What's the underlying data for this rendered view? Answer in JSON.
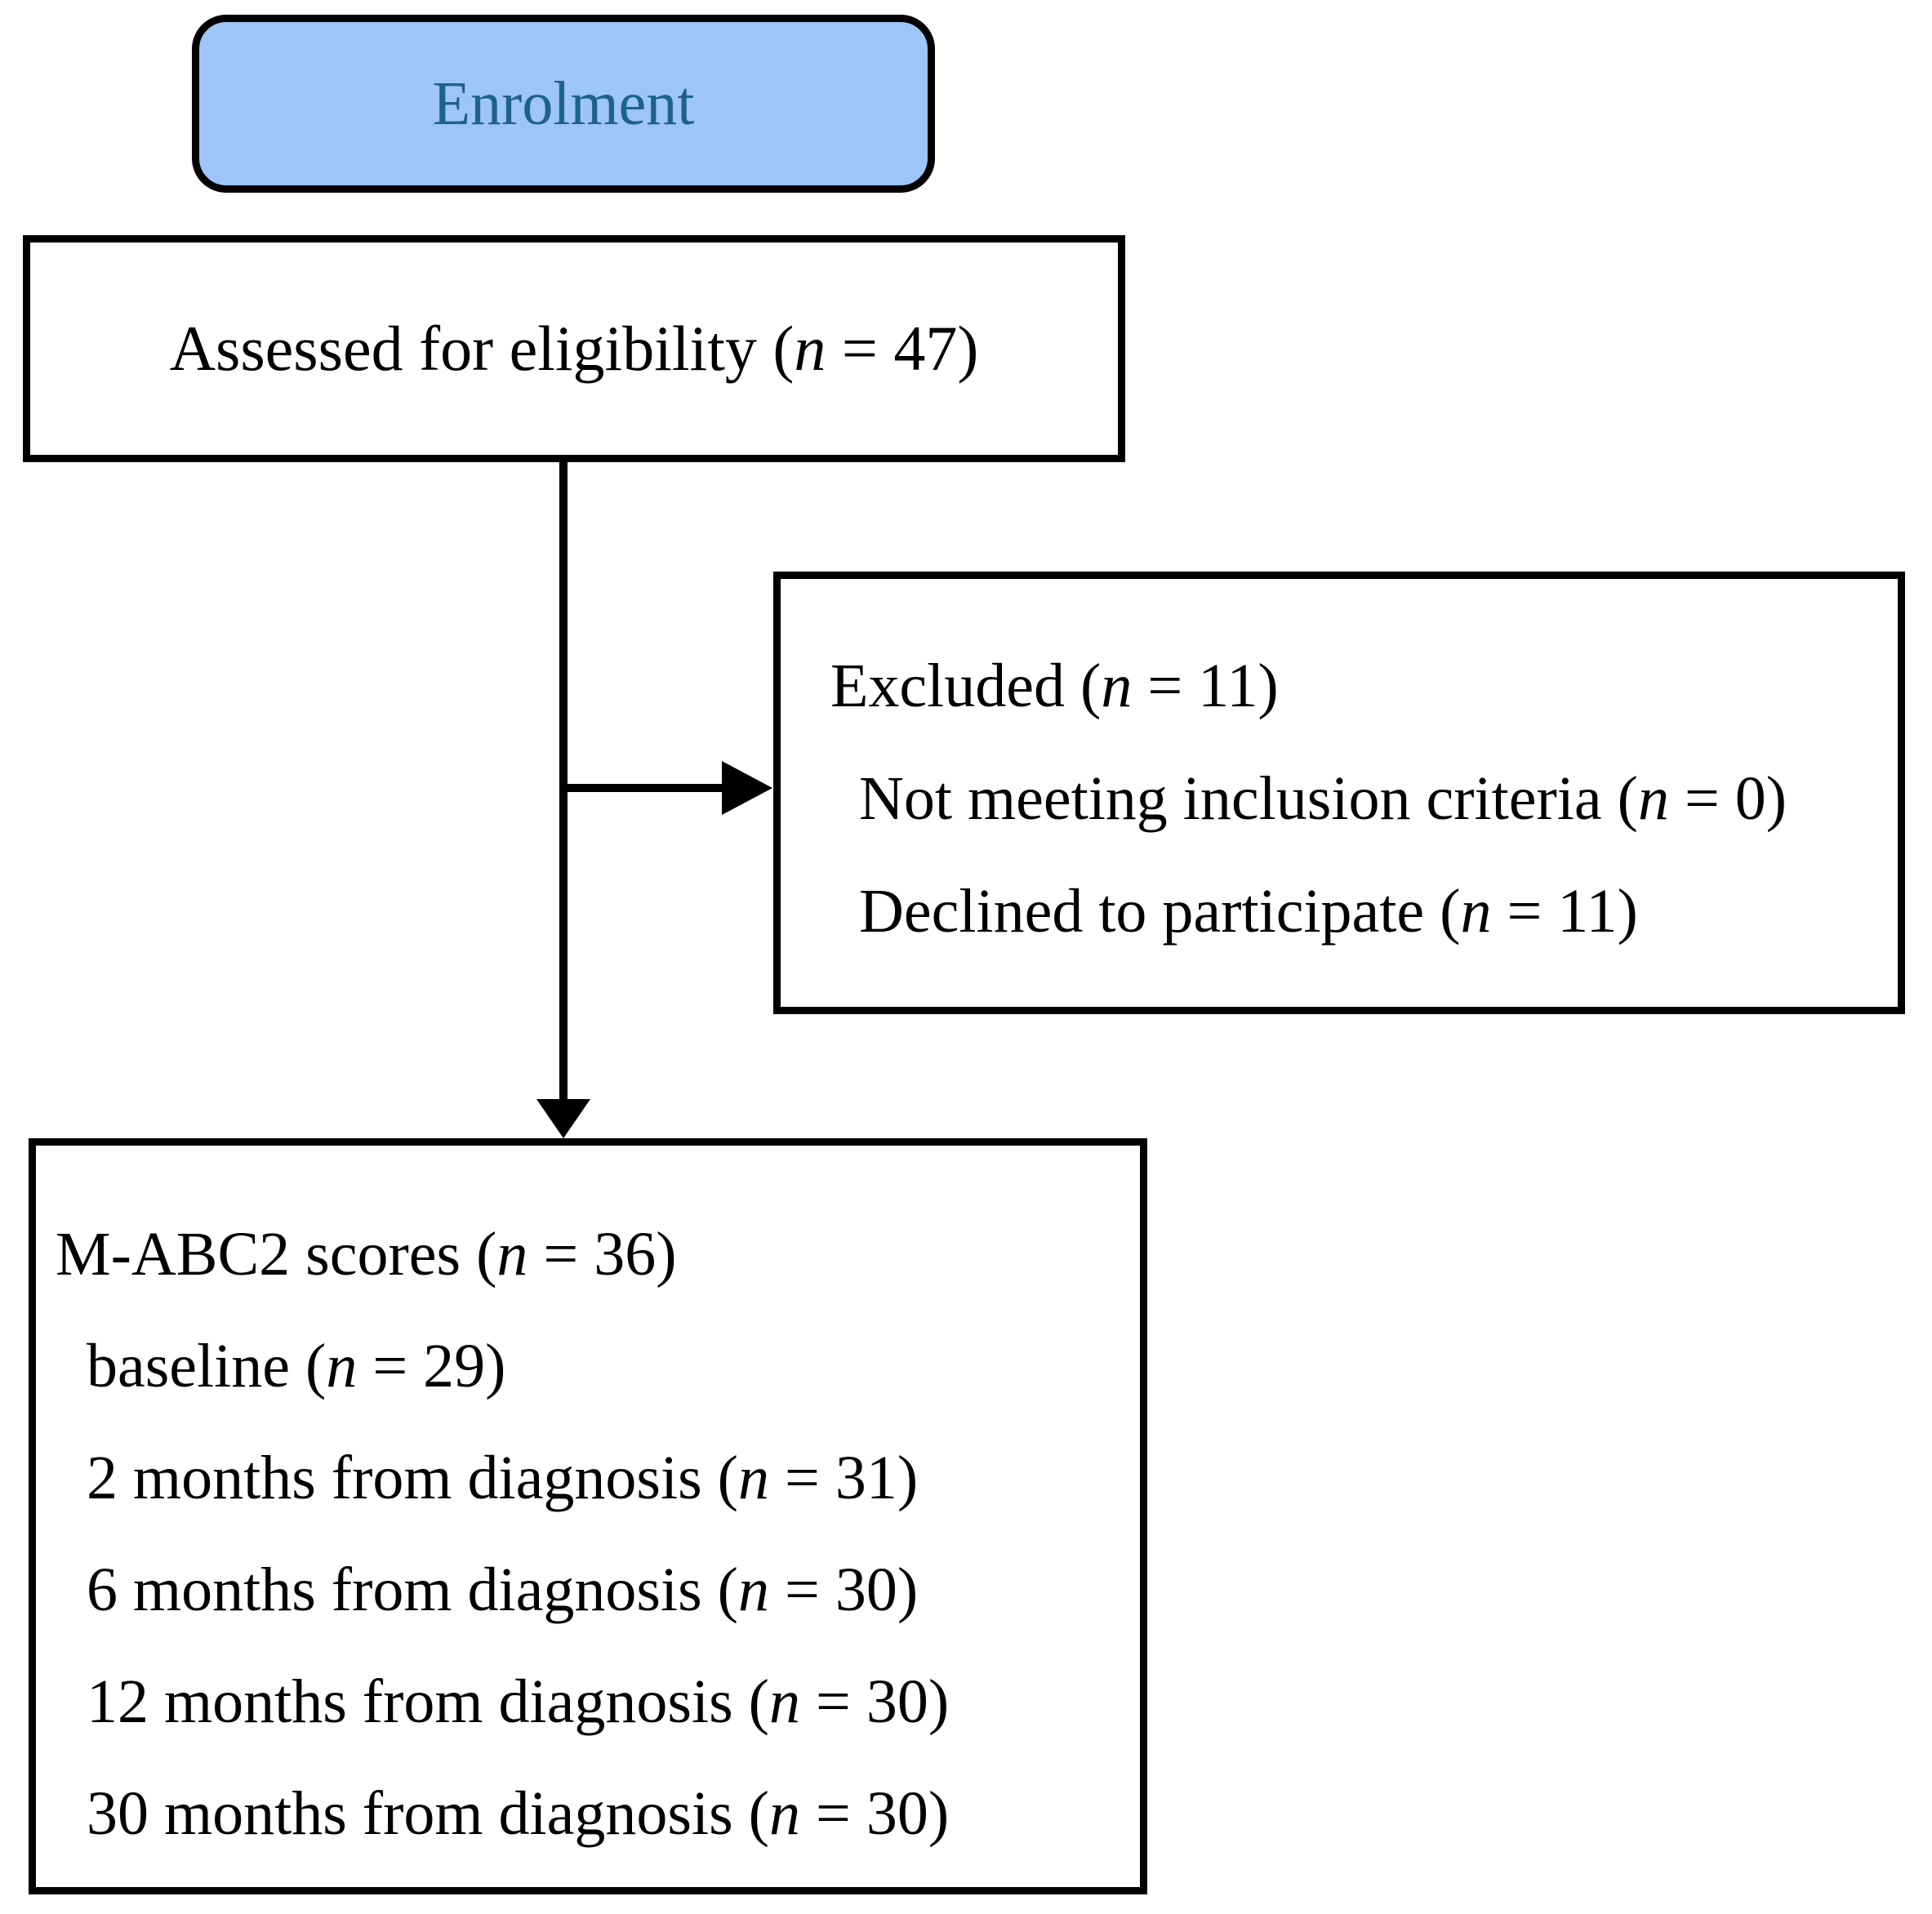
{
  "colors": {
    "box_border": "#000000",
    "text": "#000000",
    "enrolment_fill": "#9dc5f7",
    "enrolment_text": "#1c628c",
    "page_bg": "#ffffff"
  },
  "enrolment": {
    "label": "Enrolment"
  },
  "assessed": {
    "pre": "Assessed for eligibility (",
    "var": "n",
    "post": " = 47)"
  },
  "excluded": {
    "title": {
      "pre": "Excluded (",
      "var": "n",
      "post": " = 11)"
    },
    "items": [
      {
        "pre": "Not meeting inclusion criteria (",
        "var": "n",
        "post": " = 0)"
      },
      {
        "pre": "Declined to participate (",
        "var": "n",
        "post": " = 11)"
      }
    ]
  },
  "outcomes": {
    "title": {
      "pre": "M-ABC2 scores (",
      "var": "n",
      "post": " = 36)"
    },
    "items": [
      {
        "pre": "baseline (",
        "var": "n",
        "post": " = 29)"
      },
      {
        "pre": "2 months from diagnosis (",
        "var": "n",
        "post": " = 31)"
      },
      {
        "pre": "6 months from diagnosis (",
        "var": "n",
        "post": " = 30)"
      },
      {
        "pre": "12 months from diagnosis (",
        "var": "n",
        "post": " = 30)"
      },
      {
        "pre": "30 months from diagnosis (",
        "var": "n",
        "post": " = 30)"
      }
    ]
  }
}
